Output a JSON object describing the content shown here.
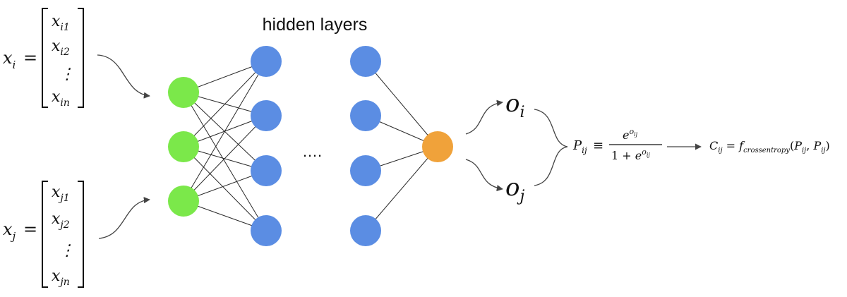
{
  "title": "hidden layers",
  "vector_i": {
    "lhs_var": "x",
    "lhs_sub": "i",
    "entries": [
      {
        "base": "x",
        "sub": "i1"
      },
      {
        "base": "x",
        "sub": "i2"
      },
      {
        "base": "",
        "sub": "⋮"
      },
      {
        "base": "x",
        "sub": "in"
      }
    ]
  },
  "vector_j": {
    "lhs_var": "x",
    "lhs_sub": "j",
    "entries": [
      {
        "base": "x",
        "sub": "j1"
      },
      {
        "base": "x",
        "sub": "j2"
      },
      {
        "base": "",
        "sub": "⋮"
      },
      {
        "base": "x",
        "sub": "jn"
      }
    ]
  },
  "equals": "=",
  "ellipsis": "….",
  "output_i": {
    "base": "o",
    "sub": "i"
  },
  "output_j": {
    "base": "o",
    "sub": "j"
  },
  "prob_formula": {
    "lhs_base": "P",
    "lhs_sub": "ij",
    "equiv": "≡",
    "num_base": "e",
    "num_sup_base": "o",
    "num_sup_sub": "ij",
    "den_prefix": "1 + ",
    "den_base": "e",
    "den_sup_base": "o",
    "den_sup_sub": "ij"
  },
  "cost_formula": {
    "lhs_base": "C",
    "lhs_sub": "ij",
    "eq": " = ",
    "func_base": "f",
    "func_sub": "crossentropy",
    "args_open": "(",
    "arg1_base": "P",
    "arg1_sub": "ij",
    "comma": ", ",
    "arg2_base": "P",
    "arg2_sub": "ij",
    "args_close": ")"
  },
  "colors": {
    "input_node": "#7be84a",
    "hidden_node": "#5b8de3",
    "output_node": "#f0a23a"
  }
}
